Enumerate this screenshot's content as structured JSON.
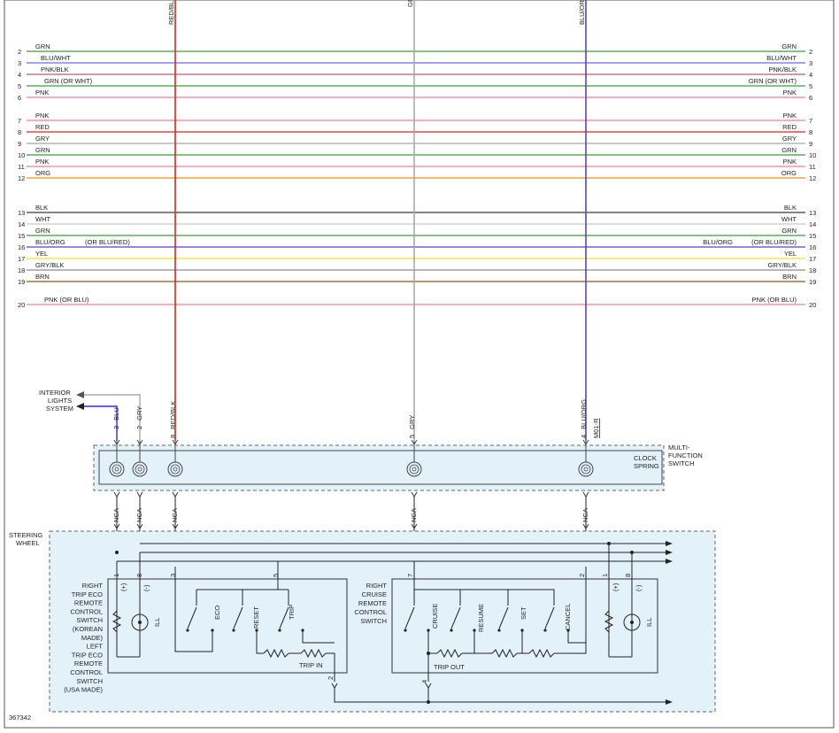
{
  "diagram_id": "367342",
  "colors": {
    "RED": "#e0221f",
    "PNK": "#f27ea0",
    "GRN": "#2fa836",
    "BLU": "#2b2bd6",
    "GRY": "#a8a8a8",
    "ORG": "#f08a14",
    "BLK": "#3a3a3a",
    "WHT": "#c8c8c8",
    "YEL": "#f2e21a",
    "BRN": "#8a5a1a",
    "PNKBLK": "#c8587a",
    "BLUWHT": "#6a6ae8",
    "BLUORG": "#5a3fd0",
    "GRYBLK": "#8a8a8a",
    "panel": "#e3f2f9"
  },
  "top_wires": [
    {
      "num": "2",
      "label": "GRN",
      "color": "GRN"
    },
    {
      "num": "3",
      "label": "BLU/WHT",
      "color": "BLUWHT"
    },
    {
      "num": "4",
      "label": "PNK/BLK",
      "color": "PNKBLK"
    },
    {
      "num": "5",
      "label": "GRN (OR WHT)",
      "color": "GRN"
    },
    {
      "num": "6",
      "label": "PNK",
      "color": "PNK"
    },
    {
      "num": "7",
      "label": "PNK",
      "color": "PNK"
    },
    {
      "num": "8",
      "label": "RED",
      "color": "RED"
    },
    {
      "num": "9",
      "label": "GRY",
      "color": "GRY"
    },
    {
      "num": "10",
      "label": "GRN",
      "color": "GRN"
    },
    {
      "num": "11",
      "label": "PNK",
      "color": "PNK"
    },
    {
      "num": "12",
      "label": "ORG",
      "color": "ORG"
    },
    {
      "num": "13",
      "label": "BLK",
      "color": "BLK"
    },
    {
      "num": "14",
      "label": "WHT",
      "color": "WHT"
    },
    {
      "num": "15",
      "label": "GRN",
      "color": "GRN"
    },
    {
      "num": "16",
      "label": "BLU/ORG",
      "alt": "(OR BLU/RED)",
      "color": "BLUORG"
    },
    {
      "num": "17",
      "label": "YEL",
      "color": "YEL"
    },
    {
      "num": "18",
      "label": "GRY/BLK",
      "color": "GRYBLK"
    },
    {
      "num": "19",
      "label": "BRN",
      "color": "BRN"
    },
    {
      "num": "20",
      "label": "PNK (OR BLU)",
      "color": "PNK"
    }
  ],
  "vertical_wires": {
    "red_blk": {
      "label": "RED/BLK",
      "pin": "8",
      "color": "RED"
    },
    "gry": {
      "label": "GRY",
      "pin": "5",
      "color": "GRY"
    },
    "blu_org": {
      "label": "BLU/ORG",
      "pin": "4",
      "color": "BLUORG",
      "tag": "M01-R"
    },
    "blu_short": {
      "label": "BLU",
      "pin": "3"
    },
    "gry_short": {
      "label": "GRY",
      "pin": "2"
    },
    "top_gry": "GRY",
    "top_red": "RED/BL",
    "top_blu": "BLU/OR"
  },
  "interior_lights": [
    "INTERIOR",
    "LIGHTS",
    "SYSTEM"
  ],
  "clock_spring": {
    "line1": "CLOCK",
    "line2": "SPRING"
  },
  "multi_function": [
    "MULTI-",
    "FUNCTION",
    "SWITCH"
  ],
  "nca": "NCA",
  "steering_wheel": [
    "STEERING",
    "WHEEL"
  ],
  "left_switch": [
    "RIGHT",
    "TRIP ECO",
    "REMOTE",
    "CONTROL",
    "SWITCH",
    "(KOREAN",
    "MADE)",
    "LEFT",
    "TRIP ECO",
    "REMOTE",
    "CONTROL",
    "SWITCH",
    "(USA MADE)"
  ],
  "right_switch": [
    "RIGHT",
    "CRUISE",
    "REMOTE",
    "CONTROL",
    "SWITCH"
  ],
  "switch_labels": {
    "eco": "ECO",
    "reset": "RESET",
    "trip": "TRIP",
    "cruise": "CRUISE",
    "resume": "RESUME",
    "set": "SET",
    "cancel": "CANCEL",
    "ill": "ILL",
    "plus": "(+)",
    "minus": "(-)",
    "trip_in": "TRIP IN",
    "trip_out": "TRIP OUT"
  },
  "switch_pins": {
    "p1": "1",
    "p8": "8",
    "p3": "3",
    "p5": "5",
    "p7": "7",
    "p2": "2",
    "p2b": "2",
    "p4": "4"
  }
}
